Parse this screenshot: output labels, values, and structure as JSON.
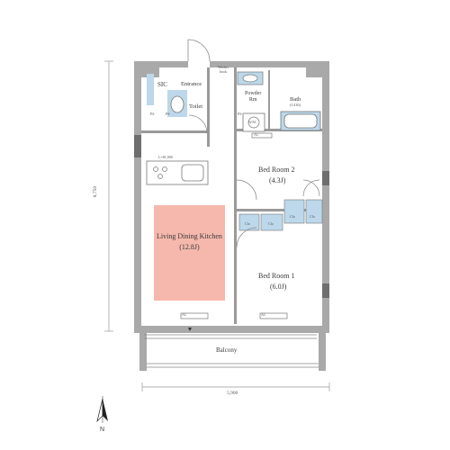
{
  "plan": {
    "colors": {
      "wall": "#a9a9a9",
      "wall_dark": "#6e6e6e",
      "ldk_highlight": "#f6b8ad",
      "fixture_blue": "#bcd8ea",
      "line": "#777777"
    },
    "rooms": {
      "sic": "SIC",
      "entrance": "Entrance",
      "toilet": "Toilet",
      "powder_room": "Powder\nRm",
      "bath": "Bath",
      "bath_size": "(1416)",
      "bed_room_2": "Bed Room 2",
      "bed_room_2_area": "(4.3J)",
      "ldk": "Living Dining Kitchen",
      "ldk_area": "(12.8J)",
      "bed_room_1": "Bed Room 1",
      "bed_room_1_area": "(6.0J)",
      "balcony": "Balcony"
    },
    "fixtures": {
      "washer_hook": "Washer\nhook",
      "ps1": "PS",
      "ps2": "PS",
      "ps3": "PS",
      "kitchen_counter": "L=81,900",
      "clo1": "Clo",
      "clo2": "Clo",
      "clo3": "Clo",
      "clo4": "Clo",
      "ac1": "AC",
      "ac2": "AC",
      "ac3": "AC",
      "wm": "W.M"
    },
    "dimensions": {
      "height": "8,750",
      "width": "5,900"
    },
    "compass": "N"
  }
}
